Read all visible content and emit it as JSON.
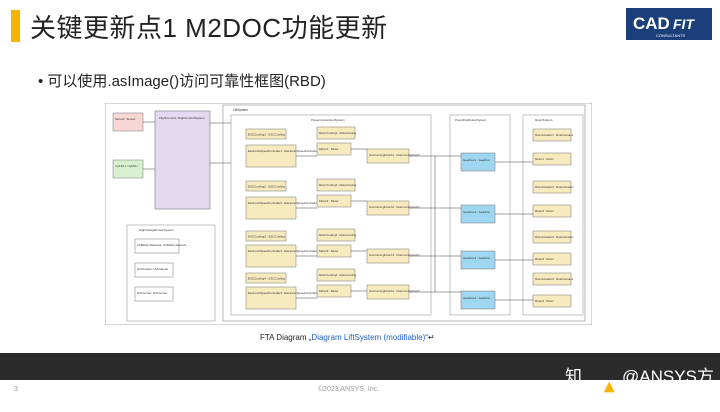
{
  "slide": {
    "title": "关键更新点1 M2DOC功能更新",
    "bullet": "• 可以使用.asImage()访问可靠性框图(RBD)"
  },
  "logo": {
    "text_top": "CAD",
    "text_fit": "FIT",
    "text_bottom": "CONSULTANTS"
  },
  "diagram": {
    "sensor": "Sensor: Sensor",
    "myfdit": "myFDI-t: myFDI-t",
    "flight_control": "FlightControl: FlightControlSystem",
    "lift_system": "LiftSystem",
    "power_conversion": "PowerConversionSystem",
    "power_distribution": "PowerDistributionSystem",
    "rotor_system": "RotorSystem",
    "hv_power": "HighVoltagePowerSystem",
    "hv_battery": "HVBatteryNetwork1: HVBatteryNetwork",
    "hv_outputs": "HVOutputs: HVOutputs",
    "hv_inverter": "HVInverter: HVInverter",
    "escooling": [
      "ESCCooling1 : ESCCooling",
      "ESCCooling2 : ESCCooling",
      "ESCCooling3 : ESCCooling",
      "ESCCooling4 : ESCCooling"
    ],
    "esc": [
      "ElectronicSpeedController1 : ElectronicSpeedController",
      "ElectronicSpeedController2 : ElectronicSpeedController",
      "ElectronicSpeedController3 : ElectronicSpeedController",
      "ElectronicSpeedController4 : ElectronicSpeedController"
    ],
    "motorcooling": [
      "MotorCooling1 : MotorCooling",
      "MotorCooling2 : MotorCooling",
      "MotorCooling3 : MotorCooling",
      "MotorCooling4 : MotorCooling"
    ],
    "motors": [
      "Motor1 : Motor",
      "Motor2 : Motor",
      "Motor3 : Motor",
      "Motor4 : Motor"
    ],
    "clutches": [
      "OverrunningClutch1 : OverrunningClutch",
      "OverrunningClutch2 : OverrunningClutch",
      "OverrunningClutch3 : OverrunningClutch",
      "OverrunningClutch4 : OverrunningClutch"
    ],
    "gearbox": [
      "Gearbox1 : Gearbox",
      "Gearbox2 : Gearbox",
      "Gearbox3 : Gearbox",
      "Gearbox4 : Gearbox"
    ],
    "rotor_actuators": [
      "RotorActuator1 : RotorActuator",
      "RotorActuator2 : RotorActuator",
      "RotorActuator3 : RotorActuator",
      "RotorActuator4 : RotorActuator"
    ],
    "rotors": [
      "Rotor1 : Rotor",
      "Rotor2 : Rotor",
      "Rotor3 : Rotor",
      "Rotor4 : Rotor"
    ]
  },
  "caption": {
    "prefix": "FTA Diagram „",
    "link": "Diagram  LiftSystem (modifiable)",
    "suffix": "“↵"
  },
  "footer": {
    "page": "3",
    "copyright": "©2023 ANSYS, Inc.",
    "watermark_a": "知乎",
    "watermark_b": "@ANSYS方案"
  },
  "colors": {
    "accent": "#f4b400",
    "footer_band": "#2b2b2b",
    "link": "#1f5fbf"
  }
}
